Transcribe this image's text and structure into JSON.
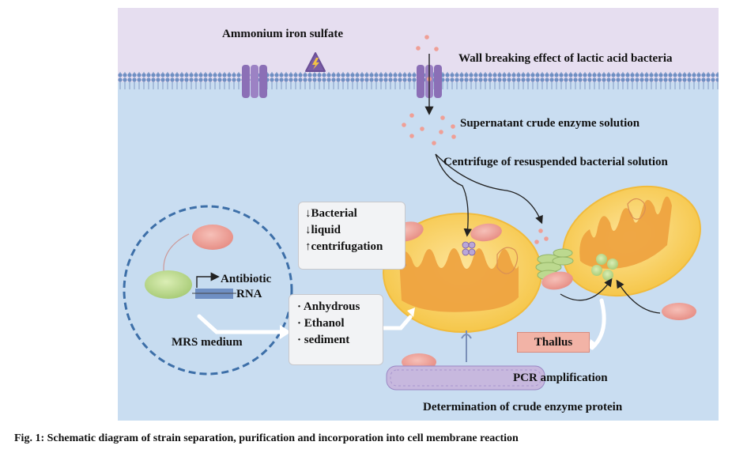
{
  "labels": {
    "ammonium": "Ammonium iron sulfate",
    "wall_breaking": "Wall breaking effect of lactic acid bacteria",
    "supernatant": "Supernatant crude enzyme solution",
    "centrifuge": "Centrifuge of resuspended bacterial solution",
    "antibiotic": "Antibiotic",
    "rna": "RNA",
    "mrs_medium": "MRS medium",
    "thallus": "Thallus",
    "pcr": "PCR amplification",
    "determination": "Determination of crude enzyme protein"
  },
  "box_top": [
    "↓Bacterial",
    "↓liquid",
    "↑centrifugation"
  ],
  "box_bottom": [
    "· Anhydrous",
    "· Ethanol",
    "· sediment"
  ],
  "caption": "Fig. 1: Schematic diagram of strain separation, purification and incorporation into cell membrane reaction",
  "colors": {
    "upper_bg": "#e6def0",
    "lower_bg": "#c9ddf1",
    "membrane": "#6f8fc3",
    "organelle": "#f3c244",
    "organelle_inner": "#eea340",
    "pink": "#ef9f96",
    "green": "#bcd98f"
  }
}
